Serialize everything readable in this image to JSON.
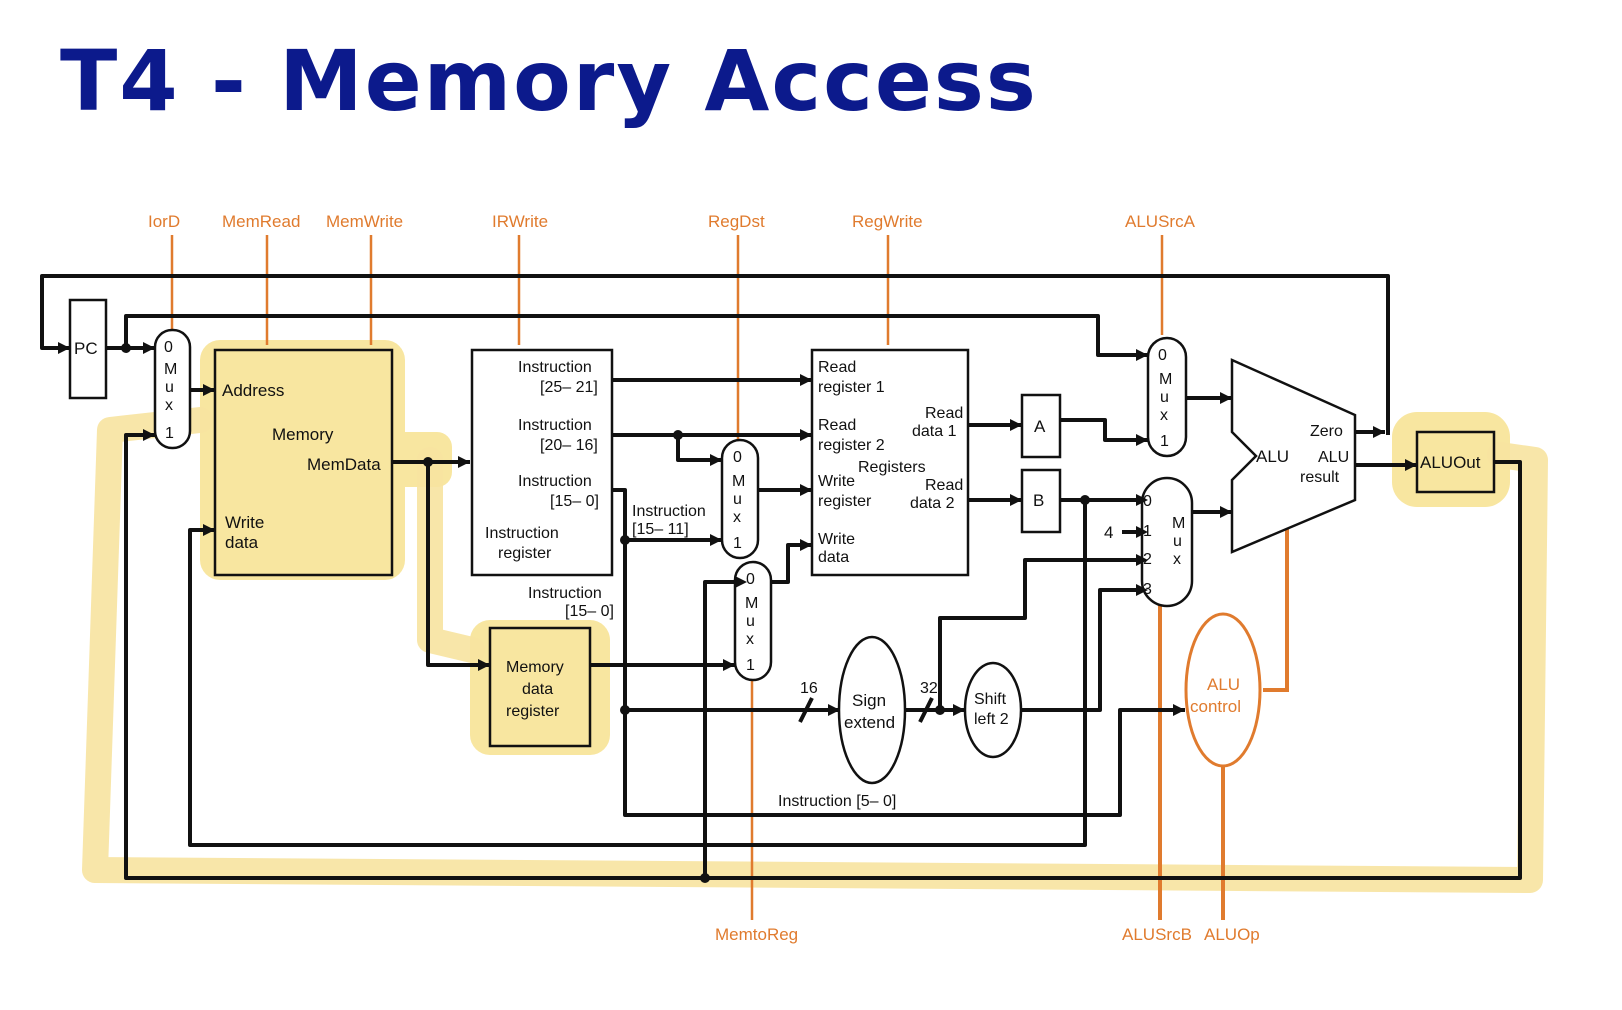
{
  "title": "T4 - Memory Access",
  "controls": {
    "iord": "IorD",
    "memread": "MemRead",
    "memwrite": "MemWrite",
    "irwrite": "IRWrite",
    "regdst": "RegDst",
    "regwrite": "RegWrite",
    "alusrca": "ALUSrcA",
    "memtoreg": "MemtoReg",
    "alusrcb": "ALUSrcB",
    "aluop": "ALUOp"
  },
  "pc": "PC",
  "mux_letters": [
    "M",
    "u",
    "x"
  ],
  "mux0": "0",
  "mux1": "1",
  "mux2": "2",
  "mux3": "3",
  "memory": {
    "address": "Address",
    "title": "Memory",
    "memdata": "MemData",
    "write_line1": "Write",
    "write_line2": "data"
  },
  "ir": {
    "i1_line1": "Instruction",
    "i1_line2": "[25– 21]",
    "i2_line1": "Instruction",
    "i2_line2": "[20– 16]",
    "i3_line1": "Instruction",
    "i3_line2": "[15– 0]",
    "reg_line1": "Instruction",
    "reg_line2": "register",
    "out_line1": "Instruction",
    "out_line2": "[15– 0]",
    "i4_line1": "Instruction",
    "i4_line2": "[15– 11]"
  },
  "mdr": {
    "line1": "Memory",
    "line2": "data",
    "line3": "register"
  },
  "regfile": {
    "rr1_line1": "Read",
    "rr1_line2": "register 1",
    "rr2_line1": "Read",
    "rr2_line2": "register 2",
    "wr_line1": "Write",
    "wr_line2": "register",
    "wd_line1": "Write",
    "wd_line2": "data",
    "rd1_line1": "Read",
    "rd1_line2": "data 1",
    "rd2_line1": "Read",
    "rd2_line2": "data 2",
    "title": "Registers"
  },
  "reg_a": "A",
  "reg_b": "B",
  "four": "4",
  "sixteen": "16",
  "thirtytwo": "32",
  "sign_line1": "Sign",
  "sign_line2": "extend",
  "shift_line1": "Shift",
  "shift_line2": "left 2",
  "alu": {
    "label": "ALU",
    "zero": "Zero",
    "res_line1": "ALU",
    "res_line2": "result"
  },
  "aluout": "ALUOut",
  "aluctl_line1": "ALU",
  "aluctl_line2": "control",
  "instr50": "Instruction [5– 0]",
  "colors": {
    "title": "#0c1a8c",
    "control": "#e07b2e",
    "highlight": "#f8e6a0"
  }
}
